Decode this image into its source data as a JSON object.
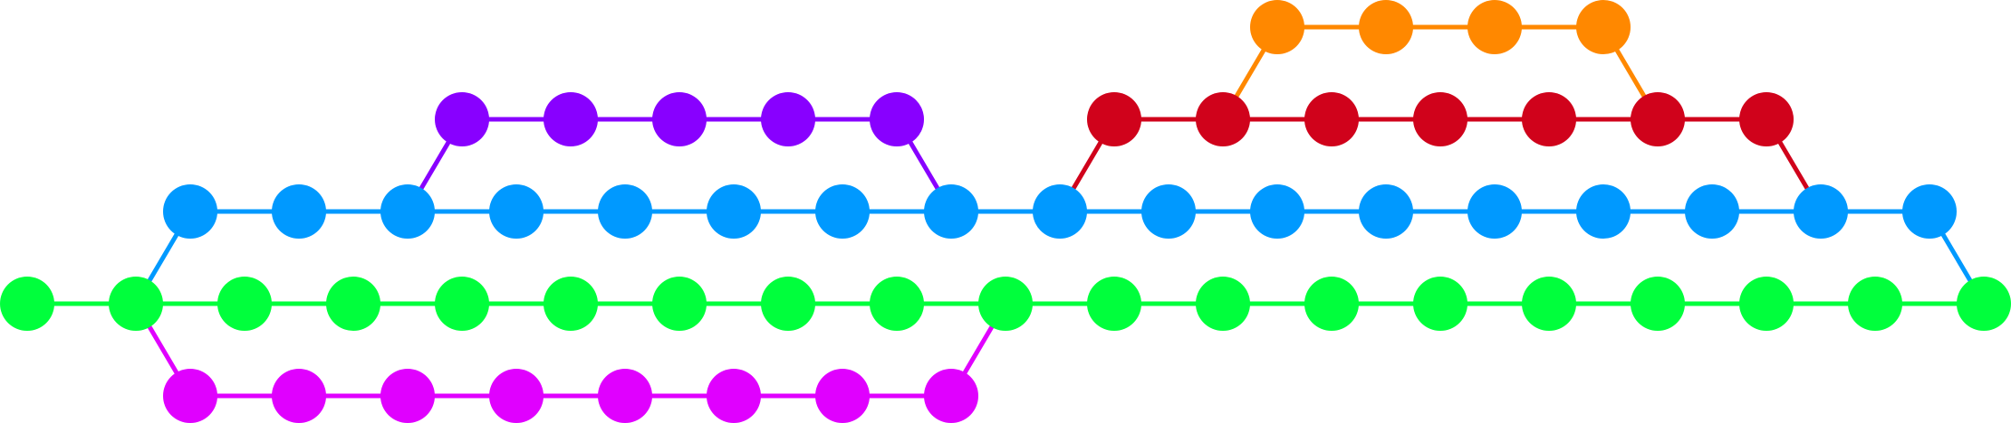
{
  "graph": {
    "type": "commit-graph",
    "branches": [
      {
        "name": "green",
        "color": "#00ff3c",
        "lane": 3,
        "commits": [
          0,
          2,
          4,
          6,
          8,
          10,
          12,
          14,
          16,
          18,
          20,
          22,
          24,
          26,
          28,
          30,
          32,
          34,
          36
        ],
        "from": null,
        "merge_into": null
      },
      {
        "name": "blue",
        "color": "#0099ff",
        "lane": 2,
        "commits": [
          3,
          5,
          7,
          9,
          11,
          13,
          15,
          17,
          19,
          21,
          23,
          25,
          27,
          29,
          31,
          33,
          35
        ],
        "from": {
          "branch": "green",
          "commit": 2
        },
        "merge_into": {
          "branch": "green",
          "commit": 36
        }
      },
      {
        "name": "purple",
        "color": "#8800ff",
        "lane": 1,
        "commits": [
          8,
          10,
          12,
          14,
          16
        ],
        "from": {
          "branch": "blue",
          "commit": 7
        },
        "merge_into": {
          "branch": "blue",
          "commit": 17
        }
      },
      {
        "name": "red",
        "color": "#d0021b",
        "lane": 1,
        "commits": [
          20,
          22,
          24,
          26,
          28,
          30,
          32
        ],
        "from": {
          "branch": "blue",
          "commit": 19
        },
        "merge_into": {
          "branch": "blue",
          "commit": 33
        }
      },
      {
        "name": "orange",
        "color": "#ff8800",
        "lane": 0,
        "commits": [
          23,
          25,
          27,
          29
        ],
        "from": {
          "branch": "red",
          "commit": 22
        },
        "merge_into": {
          "branch": "red",
          "commit": 30
        }
      },
      {
        "name": "magenta",
        "color": "#e000ff",
        "lane": 4,
        "commits": [
          3,
          5,
          7,
          9,
          11,
          13,
          15,
          17
        ],
        "from": {
          "branch": "green",
          "commit": 2
        },
        "merge_into": {
          "branch": "green",
          "commit": 18
        }
      }
    ]
  }
}
